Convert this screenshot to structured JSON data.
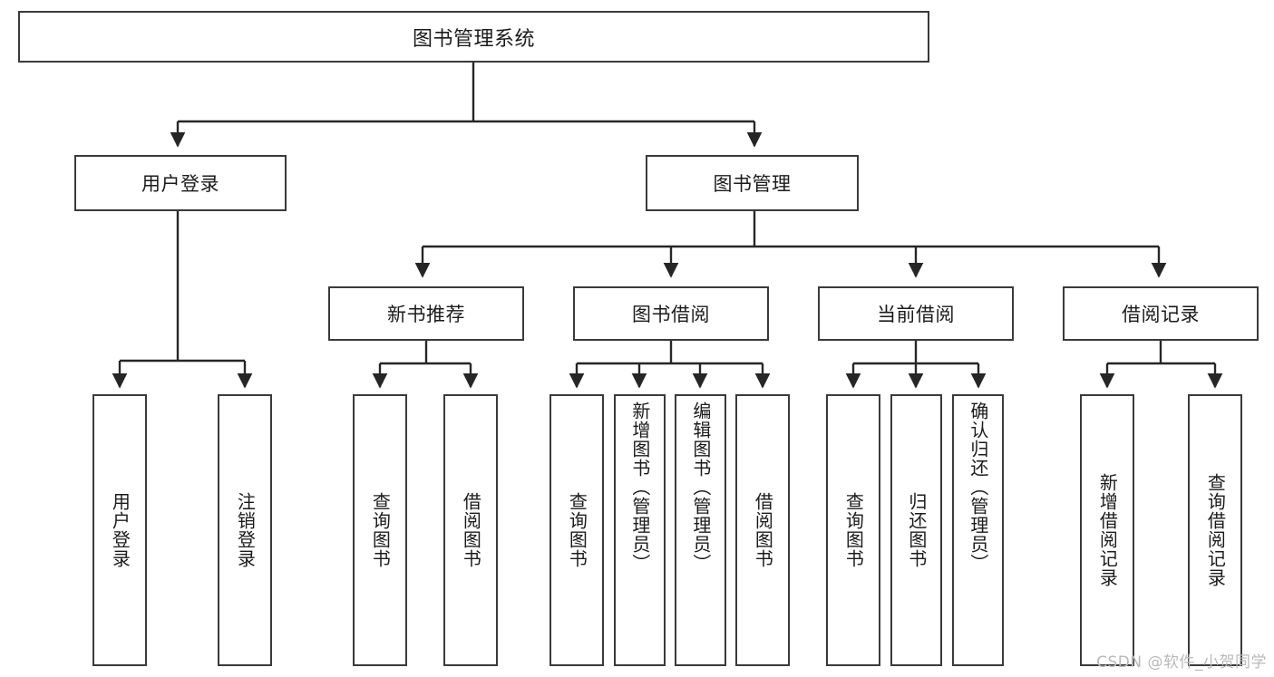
{
  "diagram": {
    "type": "tree-hierarchy",
    "title": "图书管理系统",
    "watermark": "CSDN @软件_小贺同学",
    "colors": {
      "box_border": "#3a3a3a",
      "box_fill": "#ffffff",
      "connector": "#262626",
      "text": "#1b1b1b",
      "watermark": "#b9b9b9"
    },
    "nodes": {
      "root": {
        "label": "图书管理系统",
        "level": 0
      },
      "level1": [
        {
          "id": "user-login",
          "label": "用户登录"
        },
        {
          "id": "book-manage",
          "label": "图书管理"
        }
      ],
      "level2": [
        {
          "id": "new-book-recommend",
          "label": "新书推荐",
          "parent": "book-manage"
        },
        {
          "id": "book-borrow",
          "label": "图书借阅",
          "parent": "book-manage"
        },
        {
          "id": "current-borrow",
          "label": "当前借阅",
          "parent": "book-manage"
        },
        {
          "id": "borrow-record",
          "label": "借阅记录",
          "parent": "book-manage"
        }
      ],
      "leaves": [
        {
          "id": "leaf-user-login",
          "label": "用户登录",
          "parent": "user-login"
        },
        {
          "id": "leaf-logout",
          "label": "注销登录",
          "parent": "user-login"
        },
        {
          "id": "leaf-query-book-1",
          "label": "查询图书",
          "parent": "new-book-recommend"
        },
        {
          "id": "leaf-borrow-book-1",
          "label": "借阅图书",
          "parent": "new-book-recommend"
        },
        {
          "id": "leaf-query-book-2",
          "label": "查询图书",
          "parent": "book-borrow"
        },
        {
          "id": "leaf-add-book",
          "label": "新增图书（管理员）",
          "parent": "book-borrow"
        },
        {
          "id": "leaf-edit-book",
          "label": "编辑图书（管理员）",
          "parent": "book-borrow"
        },
        {
          "id": "leaf-borrow-book-2",
          "label": "借阅图书",
          "parent": "book-borrow"
        },
        {
          "id": "leaf-query-book-3",
          "label": "查询图书",
          "parent": "current-borrow"
        },
        {
          "id": "leaf-return-book",
          "label": "归还图书",
          "parent": "current-borrow"
        },
        {
          "id": "leaf-confirm-return",
          "label": "确认归还（管理员）",
          "parent": "current-borrow"
        },
        {
          "id": "leaf-add-record",
          "label": "新增借阅记录",
          "parent": "borrow-record"
        },
        {
          "id": "leaf-query-record",
          "label": "查询借阅记录",
          "parent": "borrow-record"
        }
      ]
    }
  }
}
